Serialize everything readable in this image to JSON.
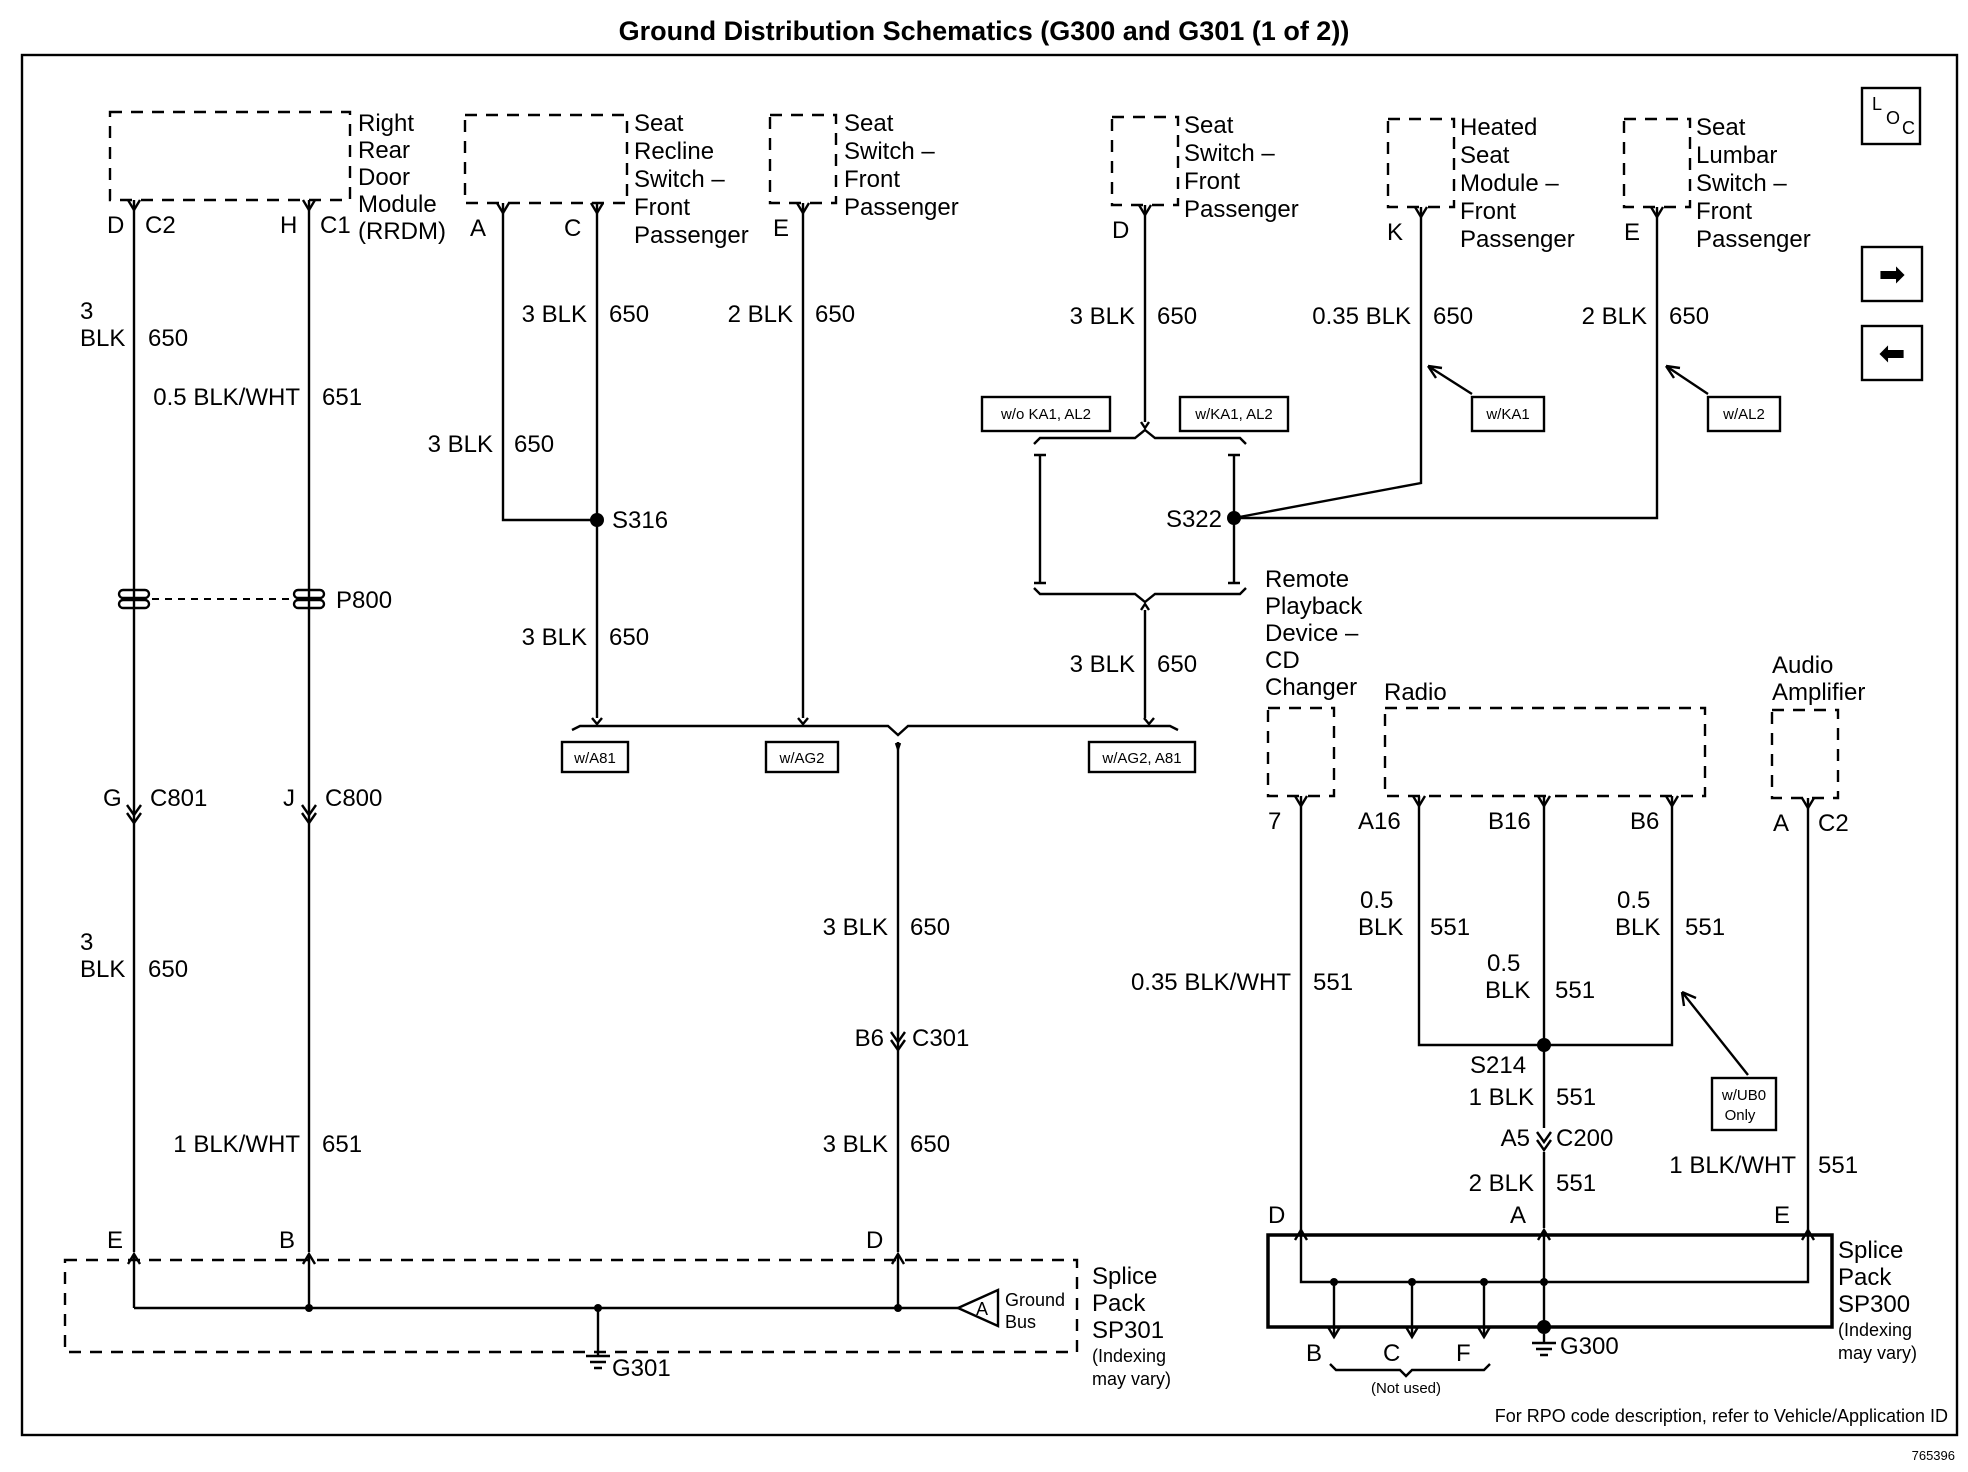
{
  "title": "Ground Distribution Schematics (G300 and G301 (1 of 2))",
  "figure_id": "765396",
  "footer_note": "For  RPO code description, refer to Vehicle/Application ID",
  "nav": {
    "loc_l": "L",
    "loc_o": "O",
    "loc_c": "C",
    "next_glyph": "➡",
    "prev_glyph": "⬅"
  },
  "components": {
    "rrdm": [
      "Right",
      "Rear",
      "Door",
      "Module",
      "(RRDM)"
    ],
    "recline": [
      "Seat",
      "Recline",
      "Switch –",
      "Front",
      "Passenger"
    ],
    "seat_sw_1": [
      "Seat",
      "Switch –",
      "Front",
      "Passenger"
    ],
    "seat_sw_2": [
      "Seat",
      "Switch –",
      "Front",
      "Passenger"
    ],
    "heated": [
      "Heated",
      "Seat",
      "Module –",
      "Front",
      "Passenger"
    ],
    "lumbar": [
      "Seat",
      "Lumbar",
      "Switch –",
      "Front",
      "Passenger"
    ],
    "cd": [
      "Remote",
      "Playback",
      "Device –",
      "CD",
      "Changer"
    ],
    "radio": "Radio",
    "amp": [
      "Audio",
      "Amplifier"
    ],
    "sp301": [
      "Splice",
      "Pack",
      "SP301"
    ],
    "sp301_note": [
      "(Indexing",
      "may vary)"
    ],
    "sp300": [
      "Splice",
      "Pack",
      "SP300"
    ],
    "sp300_note": [
      "(Indexing",
      "may vary)"
    ],
    "ground_bus": [
      "Ground",
      "Bus"
    ],
    "ground_bus_letter": "A",
    "not_used": "(Not used)"
  },
  "pins": {
    "rrdm_d": "D",
    "rrdm_c2": "C2",
    "rrdm_h": "H",
    "rrdm_c1": "C1",
    "recline_a": "A",
    "recline_c": "C",
    "seatsw1_e": "E",
    "seatsw2_d": "D",
    "heated_k": "K",
    "lumbar_e": "E",
    "cd_7": "7",
    "radio_a16": "A16",
    "radio_b16": "B16",
    "radio_b6": "B6",
    "amp_a": "A",
    "amp_c2": "C2",
    "sp301_e": "E",
    "sp301_b": "B",
    "sp301_d": "D",
    "sp300_d": "D",
    "sp300_a": "A",
    "sp300_e": "E",
    "sp300_b": "B",
    "sp300_c": "C",
    "sp300_f": "F"
  },
  "connectors": {
    "c801_g": "G",
    "c801": "C801",
    "c800_j": "J",
    "c800": "C800",
    "c301_b6": "B6",
    "c301": "C301",
    "c200_a5": "A5",
    "c200": "C200"
  },
  "splices": {
    "s316": "S316",
    "s322": "S322",
    "s214": "S214",
    "p800": "P800"
  },
  "grounds": {
    "g301": "G301",
    "g300": "G300"
  },
  "options": {
    "wo_ka1_al2": "w/o KA1, AL2",
    "w_ka1_al2": "w/KA1, AL2",
    "w_ka1": "w/KA1",
    "w_al2": "w/AL2",
    "w_a81": "w/A81",
    "w_ag2": "w/AG2",
    "w_ag2_a81": "w/AG2, A81",
    "w_ub0": "w/UB0",
    "only": "Only"
  },
  "wires": {
    "rrdm_d_size": "3",
    "rrdm_d_color": "BLK",
    "rrdm_d_circuit": "650",
    "rrdm_h_label": "0.5 BLK/WHT",
    "rrdm_h_circuit": "651",
    "g_size": "3",
    "g_color": "BLK",
    "g_circuit": "650",
    "j_label": "1 BLK/WHT",
    "j_circuit": "651",
    "recline_a_label": "3 BLK",
    "recline_a_circuit": "650",
    "recline_c_label": "3 BLK",
    "recline_c_circuit": "650",
    "s316_down_label": "3 BLK",
    "s316_down_circuit": "650",
    "seatsw1_label": "2 BLK",
    "seatsw1_circuit": "650",
    "seatsw2_label": "3 BLK",
    "seatsw2_circuit": "650",
    "heated_label": "0.35 BLK",
    "heated_circuit": "650",
    "lumbar_label": "2 BLK",
    "lumbar_circuit": "650",
    "s322_down_label": "3 BLK",
    "s322_down_circuit": "650",
    "main_upper_label": "3 BLK",
    "main_upper_circuit": "650",
    "main_lower_label": "3 BLK",
    "main_lower_circuit": "650",
    "cd_label": "0.35 BLK/WHT",
    "cd_circuit": "551",
    "a16_size": "0.5",
    "a16_color": "BLK",
    "a16_circuit": "551",
    "b16_size": "0.5",
    "b16_color": "BLK",
    "b16_circuit": "551",
    "b6_size": "0.5",
    "b6_color": "BLK",
    "b6_circuit": "551",
    "s214_down_label": "1 BLK",
    "s214_down_circuit": "551",
    "c200_down_label": "2 BLK",
    "c200_down_circuit": "551",
    "amp_label": "1 BLK/WHT",
    "amp_circuit": "551"
  }
}
